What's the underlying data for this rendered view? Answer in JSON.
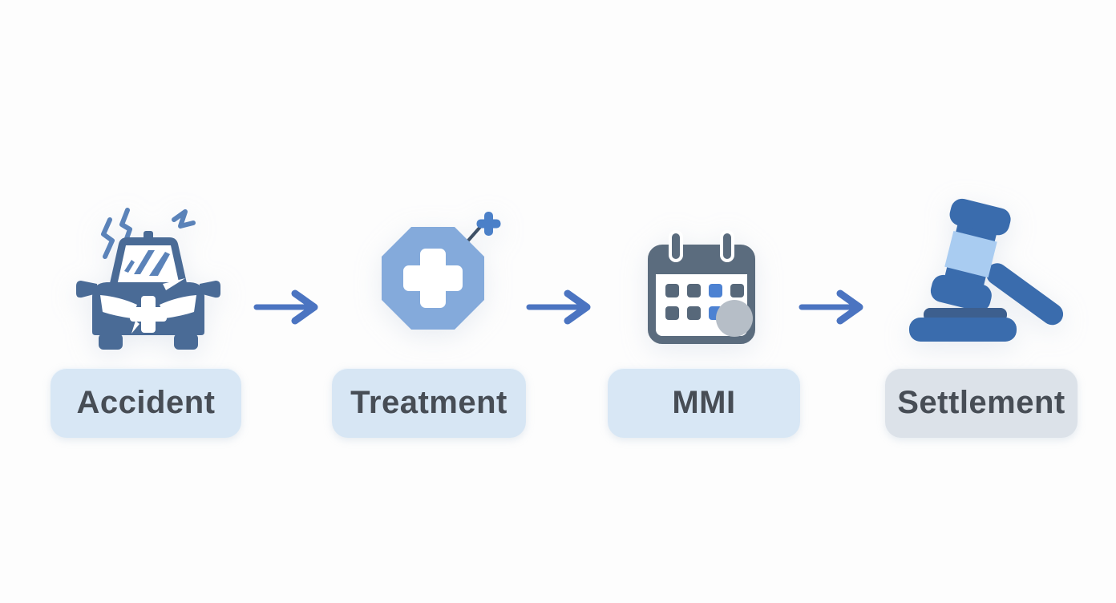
{
  "diagram": {
    "type": "process-flow",
    "direction": "left-to-right",
    "steps": [
      {
        "label": "Accident",
        "icon": "car-crash-icon",
        "box_color": "#d8e7f5"
      },
      {
        "label": "Treatment",
        "icon": "medical-cross-icon",
        "box_color": "#d7e6f4"
      },
      {
        "label": "MMI",
        "icon": "calendar-icon",
        "box_color": "#d8e7f5"
      },
      {
        "label": "Settlement",
        "icon": "gavel-icon",
        "box_color": "#dce2e9"
      }
    ],
    "arrow_count": 3
  },
  "colors": {
    "bg": "#fdfdfd",
    "arrow": "#4b74c1",
    "label-text": "#474d55",
    "car-blue": "#4a6b96",
    "crash-accent": "#5b83b9",
    "octagon-blue": "#84aadb",
    "plus-blue": "#4b80c8",
    "connector-dark": "#3e5066",
    "cal-slate": "#5b6c7e",
    "cal-square": "#57687a",
    "cal-blue": "#4d82d2",
    "cal-circle": "#b6bec7",
    "gavel-blue": "#3a6cad",
    "gavel-light": "#a9ccf1",
    "gavel-dark": "#3d5f8e"
  }
}
